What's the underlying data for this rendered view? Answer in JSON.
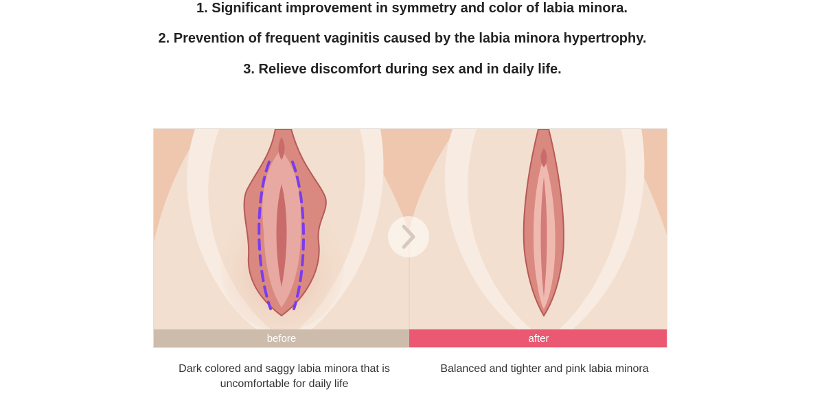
{
  "benefits": [
    "1. Significant improvement in symmetry and color of labia minora.",
    "2. Prevention of frequent vaginitis caused by the labia minora hypertrophy.",
    "3. Relieve discomfort during sex and in daily life."
  ],
  "comparison": {
    "before_label": "before",
    "after_label": "after",
    "before_caption": "Dark colored and saggy labia minora that is uncomfortable for daily life",
    "after_caption": "Balanced and tighter and pink labia minora"
  },
  "icons": {
    "arrow": "chevron-right-icon"
  },
  "colors": {
    "before_bar": "#cdbcab",
    "after_bar": "#ea5872",
    "skin": "#f3dfcf",
    "cut_line": "#7a3cf0"
  }
}
